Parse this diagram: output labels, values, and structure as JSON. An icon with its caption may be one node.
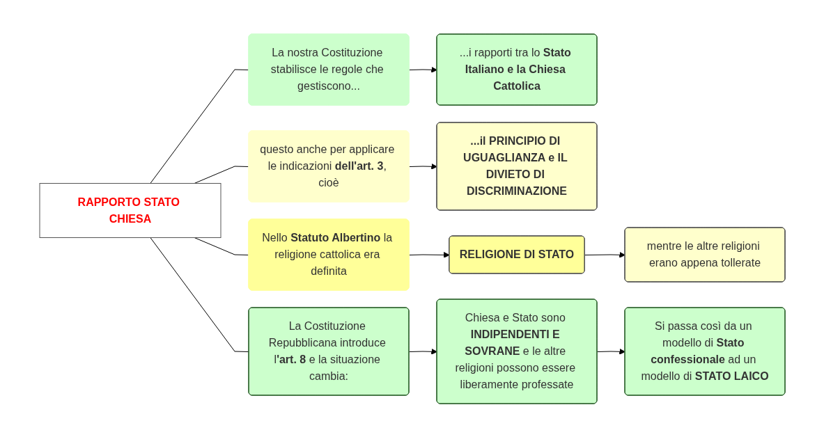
{
  "diagram": {
    "nodes": [
      {
        "text": [
          "RAPPORTO STATO CHIESA"
        ]
      },
      {
        "text": [
          "La nostra Costituzione stabilisce le regole che gestiscono..."
        ]
      },
      {
        "text": [
          "...i rapporti tra lo **Stato Italiano e la Chiesa Cattolica**"
        ]
      },
      {
        "text": [
          "questo anche per applicare le indicazioni **dell'art. 3**, cioè"
        ]
      },
      {
        "text": [
          "...il PRINCIPIO DI UGUAGLIANZA e IL DIVIETO DI DISCRIMINAZIONE"
        ]
      },
      {
        "text": [
          "Nello **Statuto Albertino** la religione cattolica era definita"
        ]
      },
      {
        "text": [
          "RELIGIONE DI STATO"
        ]
      },
      {
        "text": [
          "mentre le altre religioni erano appena tollerate"
        ]
      },
      {
        "text": [
          "La Costituzione Repubblicana introduce l**'art. 8** e la situazione cambia:"
        ]
      },
      {
        "text": [
          "Chiesa e Stato sono **INDIPENDENTI E SOVRANE** e le altre religioni possono essere liberamente professate"
        ]
      },
      {
        "text": [
          "Si passa così da un modello di **Stato confessionale** ad un modello di **STATO LAICO**"
        ]
      }
    ],
    "edges": [
      {
        "from": 0,
        "to": 1,
        "arrow": "none"
      },
      {
        "from": 0,
        "to": 3,
        "arrow": "none"
      },
      {
        "from": 0,
        "to": 5,
        "arrow": "none"
      },
      {
        "from": 0,
        "to": 8,
        "arrow": "none"
      },
      {
        "from": 1,
        "to": 2,
        "arrow": "to"
      },
      {
        "from": 3,
        "to": 4,
        "arrow": "to"
      },
      {
        "from": 5,
        "to": 6,
        "arrow": "to"
      },
      {
        "from": 6,
        "to": 7,
        "arrow": "to"
      },
      {
        "from": 8,
        "to": 9,
        "arrow": "to"
      },
      {
        "from": 9,
        "to": 10,
        "arrow": "to"
      }
    ]
  }
}
